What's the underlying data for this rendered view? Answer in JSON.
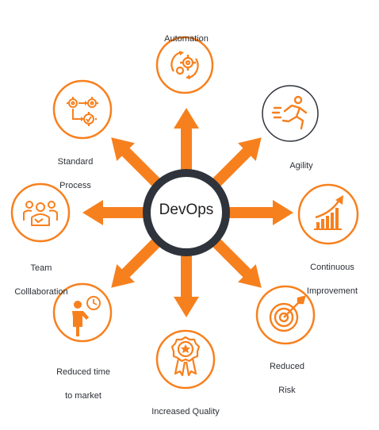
{
  "center": {
    "label": "DevOps"
  },
  "colors": {
    "accent": "#f7801e",
    "ring": "#2f333b",
    "agility_ring": "#2f333b",
    "text": "#2b2f36"
  },
  "nodes": [
    {
      "id": "automation",
      "icon": "gears-cycle-icon",
      "lines": [
        "Automation"
      ]
    },
    {
      "id": "agility",
      "icon": "running-person-icon",
      "lines": [
        "Agility"
      ]
    },
    {
      "id": "continuous-improvement",
      "icon": "growth-chart-icon",
      "lines": [
        "Continuous",
        "Improvement"
      ]
    },
    {
      "id": "reduced-risk",
      "icon": "target-arrow-icon",
      "lines": [
        "Reduced",
        "Risk"
      ]
    },
    {
      "id": "increased-quality",
      "icon": "award-ribbon-icon",
      "lines": [
        "Increased Quality"
      ]
    },
    {
      "id": "reduced-time",
      "icon": "person-clock-icon",
      "lines": [
        "Reduced time",
        "to market"
      ]
    },
    {
      "id": "team-collaboration",
      "icon": "team-group-icon",
      "lines": [
        "Team",
        "Colllaboration"
      ]
    },
    {
      "id": "standard-process",
      "icon": "process-flow-icon",
      "lines": [
        "Standard",
        "Process"
      ]
    }
  ]
}
